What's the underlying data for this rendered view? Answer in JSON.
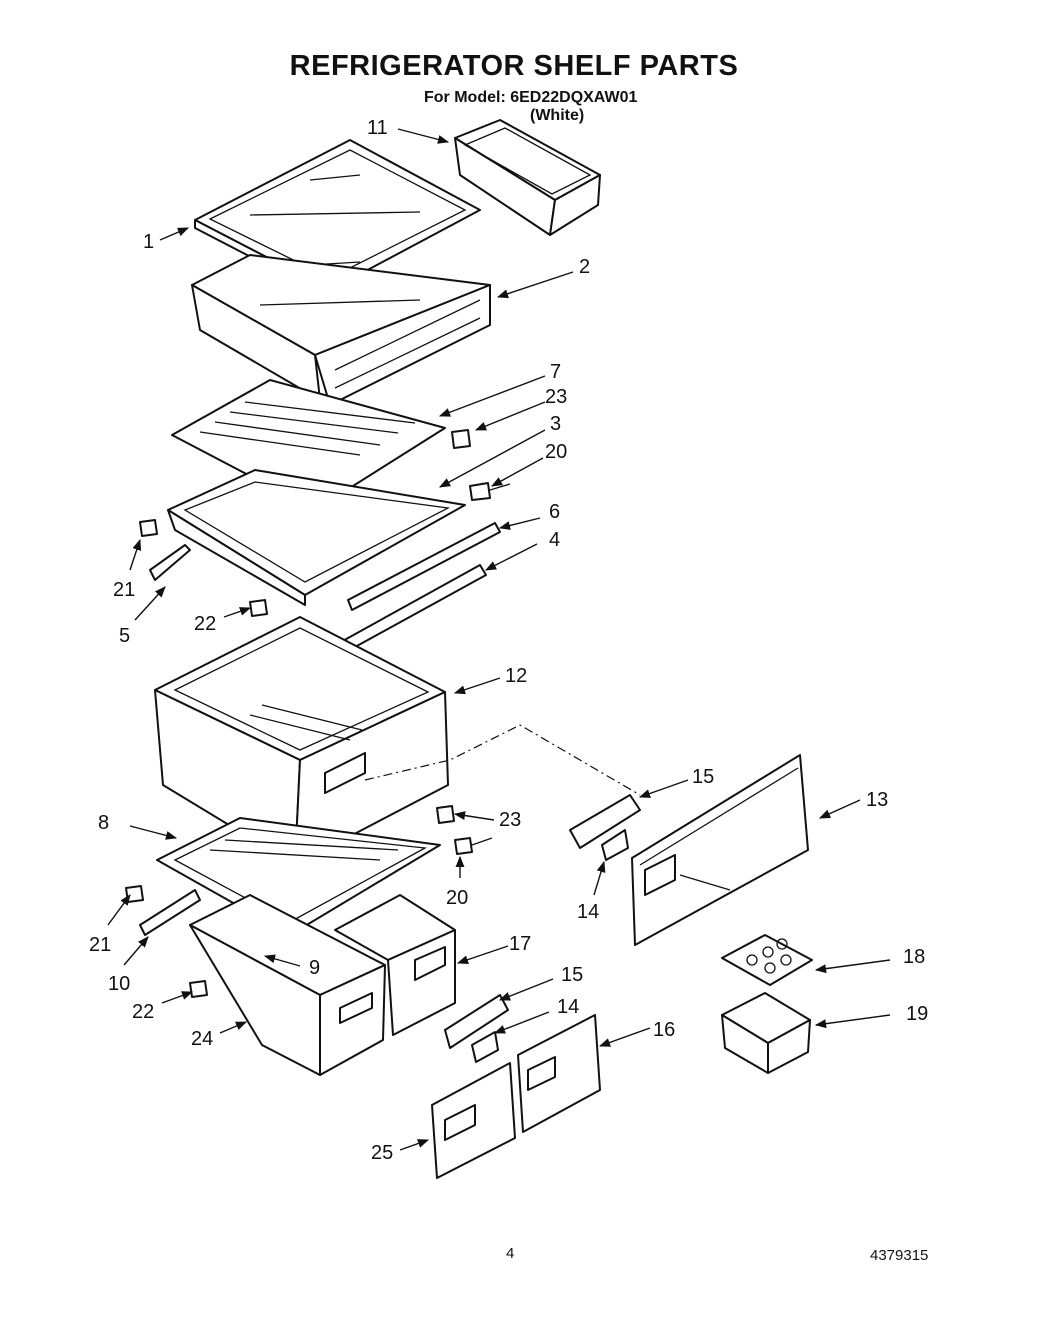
{
  "header": {
    "title": "REFRIGERATOR SHELF PARTS",
    "model_line": "For Model: 6ED22DQXAW01",
    "color": "(White)"
  },
  "footer": {
    "page_number": "4",
    "document_number": "4379315"
  },
  "callouts": {
    "c11": "11",
    "c1": "1",
    "c2": "2",
    "c7": "7",
    "c23a": "23",
    "c3": "3",
    "c20a": "20",
    "c6": "6",
    "c4": "4",
    "c21a": "21",
    "c5": "5",
    "c22a": "22",
    "c12": "12",
    "c15a": "15",
    "c13": "13",
    "c8": "8",
    "c23b": "23",
    "c14a": "14",
    "c20b": "20",
    "c21b": "21",
    "c10": "10",
    "c9": "9",
    "c17": "17",
    "c18": "18",
    "c15b": "15",
    "c14b": "14",
    "c22b": "22",
    "c24": "24",
    "c16": "16",
    "c19": "19",
    "c25": "25"
  }
}
